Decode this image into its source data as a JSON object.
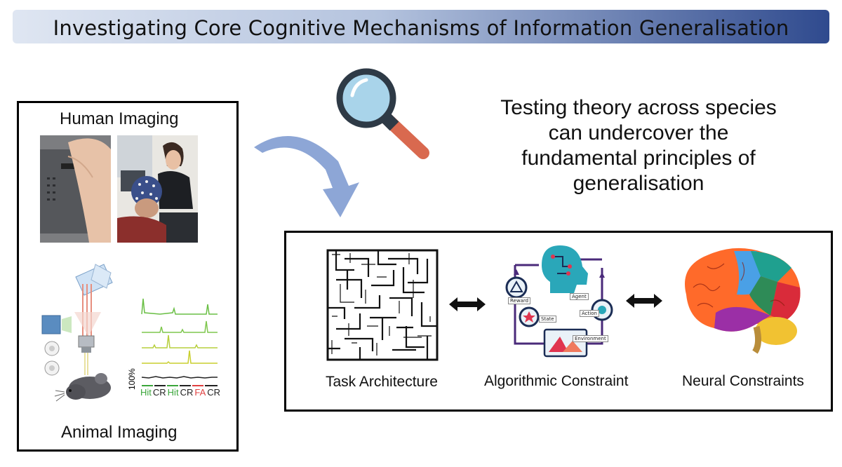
{
  "header": {
    "title": "Investigating Core Cognitive Mechanisms of Information Generalisation"
  },
  "left_panel": {
    "human_label": "Human Imaging",
    "animal_label": "Animal Imaging",
    "trace_scale": "100%",
    "trace_labels": [
      {
        "text": "Hit",
        "color": "#3aa63a"
      },
      {
        "text": "CR",
        "color": "#222222"
      },
      {
        "text": "Hit",
        "color": "#3aa63a"
      },
      {
        "text": "CR",
        "color": "#222222"
      },
      {
        "text": "FA",
        "color": "#e04040"
      },
      {
        "text": "CR",
        "color": "#222222"
      }
    ]
  },
  "tagline": {
    "lines": [
      "Testing theory across species",
      "can undercover the",
      "fundamental principles of",
      "generalisation"
    ]
  },
  "right_panel": {
    "task_label": "Task Architecture",
    "algo_label": "Algorithmic Constraint",
    "neural_label": "Neural Constraints",
    "cycle_labels": {
      "agent": "Agent",
      "action": "Action",
      "environment": "Environment",
      "state": "State",
      "reward": "Reward"
    }
  },
  "colors": {
    "banner_dark": "#2f4a8e",
    "arrow": "#8da6d6",
    "lens": "#a9d4ea",
    "handle": "#d9694f"
  }
}
